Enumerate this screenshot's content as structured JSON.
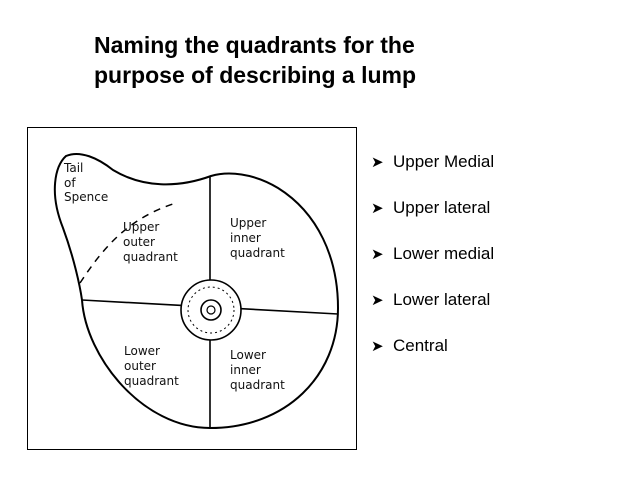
{
  "slide": {
    "title_line1": "Naming the quadrants for the",
    "title_line2": "purpose of describing a lump"
  },
  "diagram": {
    "labels": {
      "tail": [
        "Tail",
        "of",
        "Spence"
      ],
      "upper_outer": [
        "Upper",
        "outer",
        "quadrant"
      ],
      "upper_inner": [
        "Upper",
        "inner",
        "quadrant"
      ],
      "lower_outer": [
        "Lower",
        "outer",
        "quadrant"
      ],
      "lower_inner": [
        "Lower",
        "inner",
        "quadrant"
      ]
    }
  },
  "bullets": {
    "arrow_icon": "arrow-bullet-icon",
    "items": [
      "Upper Medial",
      "Upper lateral",
      "Lower medial",
      "Lower lateral",
      "Central"
    ]
  },
  "colors": {
    "text": "#000000",
    "background": "#ffffff"
  }
}
